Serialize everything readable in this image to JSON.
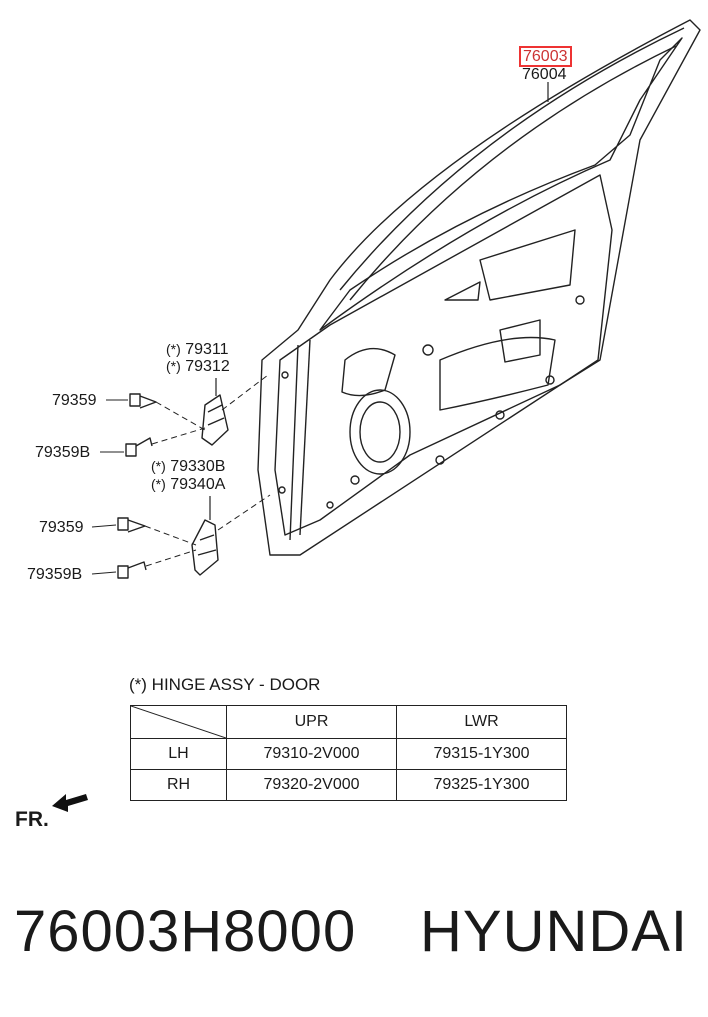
{
  "colors": {
    "highlight": "#e33333",
    "line": "#222222"
  },
  "labels": {
    "part_a": "76003",
    "part_b": "76004",
    "hinge_upr_1": "79311",
    "hinge_upr_2": "79312",
    "star": "(*)",
    "bolt_1": "79359",
    "bolt_1b": "79359B",
    "hinge_lwr_1": "79330B",
    "hinge_lwr_2": "79340A",
    "bolt_2": "79359",
    "bolt_2b": "79359B"
  },
  "hinge_table": {
    "title": "(*) HINGE ASSY - DOOR",
    "columns": [
      "UPR",
      "LWR"
    ],
    "rows": [
      {
        "side": "LH",
        "upr": "79310-2V000",
        "lwr": "79315-1Y300"
      },
      {
        "side": "RH",
        "upr": "79320-2V000",
        "lwr": "79325-1Y300"
      }
    ]
  },
  "orientation": {
    "label": "FR."
  },
  "footer": {
    "part_number": "76003H8000",
    "brand": "HYUNDAI"
  }
}
